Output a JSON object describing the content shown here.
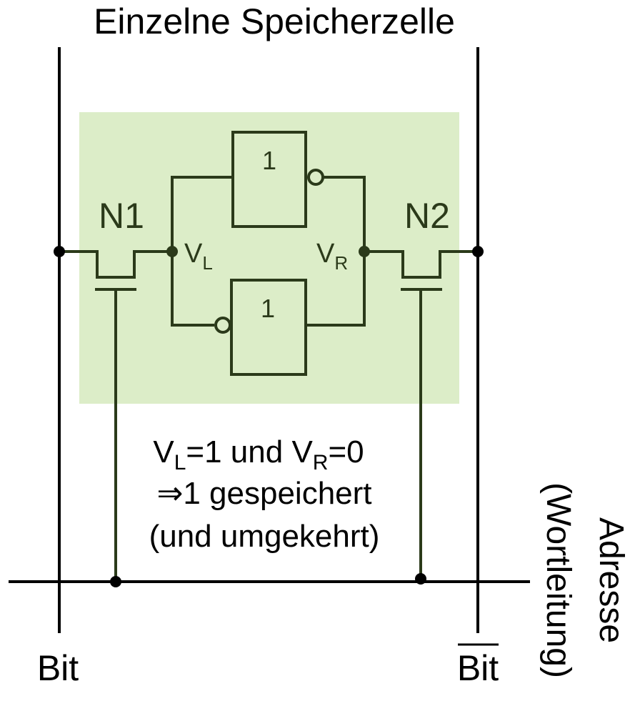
{
  "title": "Einzelne Speicherzelle",
  "transistor_left": "N1",
  "transistor_right": "N2",
  "node_left": {
    "base": "V",
    "sub": "L"
  },
  "node_right": {
    "base": "V",
    "sub": "R"
  },
  "inverter_top_label": "1",
  "inverter_bottom_label": "1",
  "caption": {
    "line1": {
      "v1": "V",
      "s1": "L",
      "eq1": "=1 und ",
      "v2": "V",
      "s2": "R",
      "eq2": "=0"
    },
    "line2": "⇒1 gespeichert",
    "line3": "(und umgekehrt)"
  },
  "bit_left": "Bit",
  "bit_right": "Bit",
  "address_label": "Adresse",
  "wordline_label": "(Wortleitung)",
  "colors": {
    "cell_fill": "#dcedc8",
    "circuit_stroke": "#2b3a1a",
    "wire_stroke": "#000000"
  }
}
